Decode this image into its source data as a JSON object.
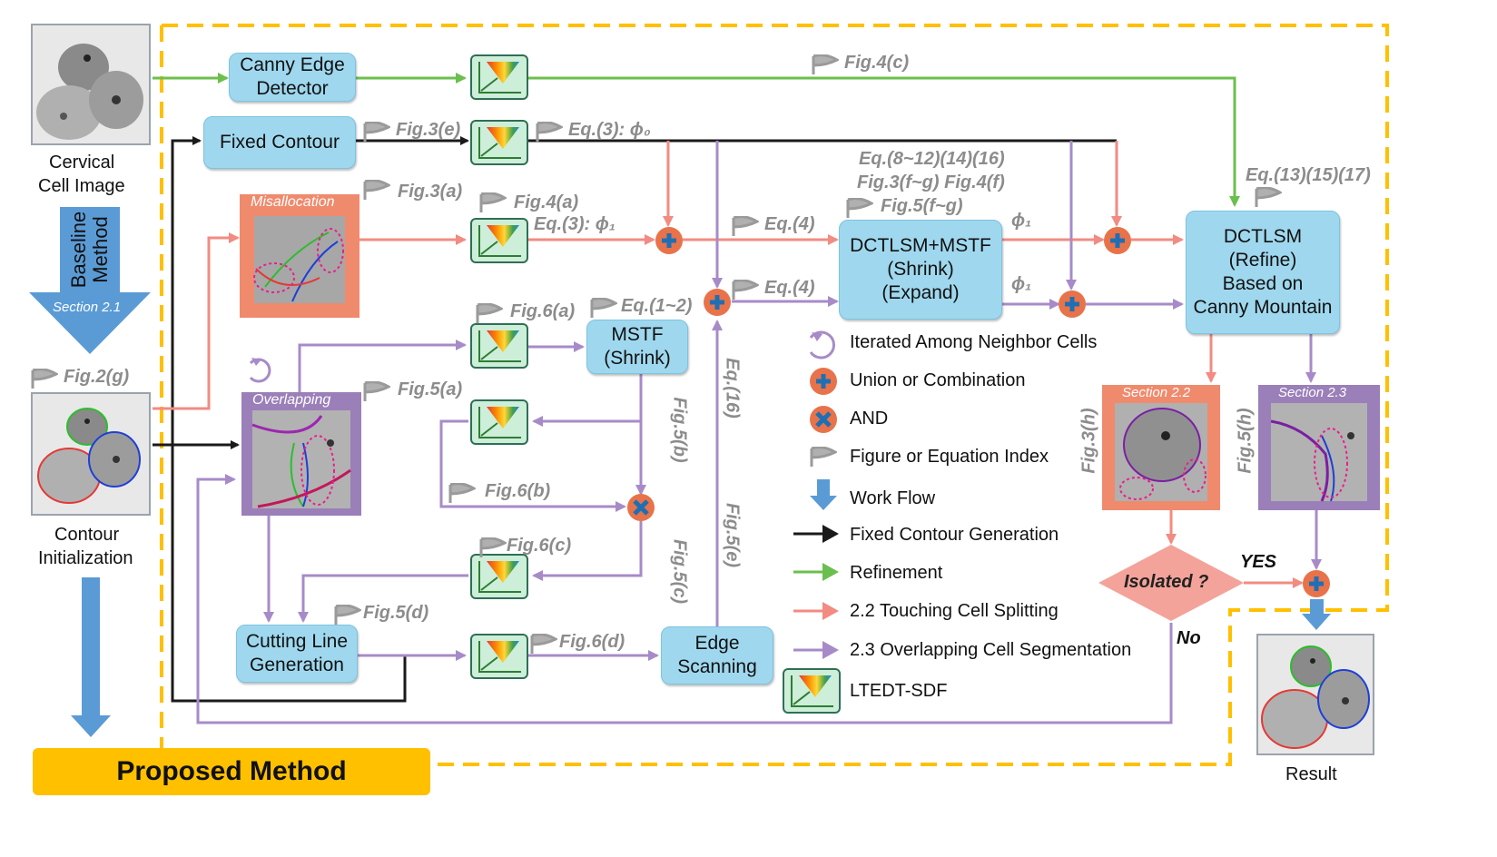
{
  "inputs": {
    "cervical_image_label": [
      "Cervical",
      "Cell Image"
    ],
    "contour_init_label": [
      "Contour",
      "Initialization"
    ],
    "result_label": "Result",
    "baseline_arrow": [
      "Baseline",
      "Method"
    ],
    "baseline_section": "Section 2.1"
  },
  "proposed_label": "Proposed Method",
  "boxes": {
    "canny": [
      "Canny Edge",
      "Detector"
    ],
    "fixed_contour": "Fixed Contour",
    "dctlsm_mstf": [
      "DCTLSM+MSTF",
      "(Shrink)",
      "(Expand)"
    ],
    "dctlsm_refine": [
      "DCTLSM",
      "(Refine)",
      "Based on",
      "Canny Mountain"
    ],
    "mstf": [
      "MSTF",
      "(Shrink)"
    ],
    "cutting_line": [
      "Cutting Line",
      "Generation"
    ],
    "edge_scanning": [
      "Edge",
      "Scanning"
    ],
    "isolated": "Isolated ?"
  },
  "panel_titles": {
    "misallocation": "Misallocation",
    "overlapping": "Overlapping",
    "section_22": "Section 2.2",
    "section_23": "Section 2.3"
  },
  "refs": {
    "fig4c": "Fig.4(c)",
    "fig3e": "Fig.3(e)",
    "eq3_phi0": "Eq.(3): ϕ₀",
    "eq8_16": "Eq.(8~12)(14)(16)",
    "fig3fg_fig4f": "Fig.3(f~g) Fig.4(f)",
    "fig5fg": "Fig.5(f~g)",
    "eq13_15_17": "Eq.(13)(15)(17)",
    "fig3a": "Fig.3(a)",
    "fig4a": "Fig.4(a)",
    "eq3_phi1": "Eq.(3): ϕ₁",
    "eq4_a": "Eq.(4)",
    "eq4_b": "Eq.(4)",
    "phi1_a": "ϕ₁",
    "phi1_b": "ϕ₁",
    "fig6a": "Fig.6(a)",
    "eq1_2": "Eq.(1~2)",
    "fig2g": "Fig.2(g)",
    "fig5a": "Fig.5(a)",
    "eq16": "Eq.(16)",
    "fig5b": "Fig.5(b)",
    "fig6b": "Fig.6(b)",
    "fig6c": "Fig.6(c)",
    "fig5c": "Fig.5(c)",
    "fig5e": "Fig.5(e)",
    "fig5d": "Fig.5(d)",
    "fig6d": "Fig.6(d)",
    "fig3h": "Fig.3(h)",
    "fig5h": "Fig.5(h)",
    "yes": "YES",
    "no": "No"
  },
  "legend": [
    {
      "icon": "iterate-icon",
      "text": "Iterated Among Neighbor Cells"
    },
    {
      "icon": "union-icon",
      "text": "Union or Combination"
    },
    {
      "icon": "and-icon",
      "text": "AND"
    },
    {
      "icon": "flag-icon",
      "text": "Figure or Equation Index"
    },
    {
      "icon": "workflow-arrow-icon",
      "text": "Work Flow"
    },
    {
      "icon": "black-arrow-icon",
      "text": "Fixed Contour Generation"
    },
    {
      "icon": "green-arrow-icon",
      "text": "Refinement"
    },
    {
      "icon": "pink-arrow-icon",
      "text": "2.2 Touching Cell Splitting"
    },
    {
      "icon": "purple-arrow-icon",
      "text": "2.3 Overlapping Cell Segmentation"
    },
    {
      "icon": "ltedt-sdf-icon",
      "text": "LTEDT-SDF"
    }
  ],
  "colors": {
    "black_flow": "#1a1a1a",
    "green_flow": "#6bbf4e",
    "pink_flow": "#f28b82",
    "purple_flow": "#a78bc8",
    "orange_dash": "#ffc000",
    "box_blue": "#9fd8ee",
    "workflow_blue": "#5b9bd5",
    "op_orange": "#e8734a",
    "op_blue": "#1f6fb4"
  }
}
